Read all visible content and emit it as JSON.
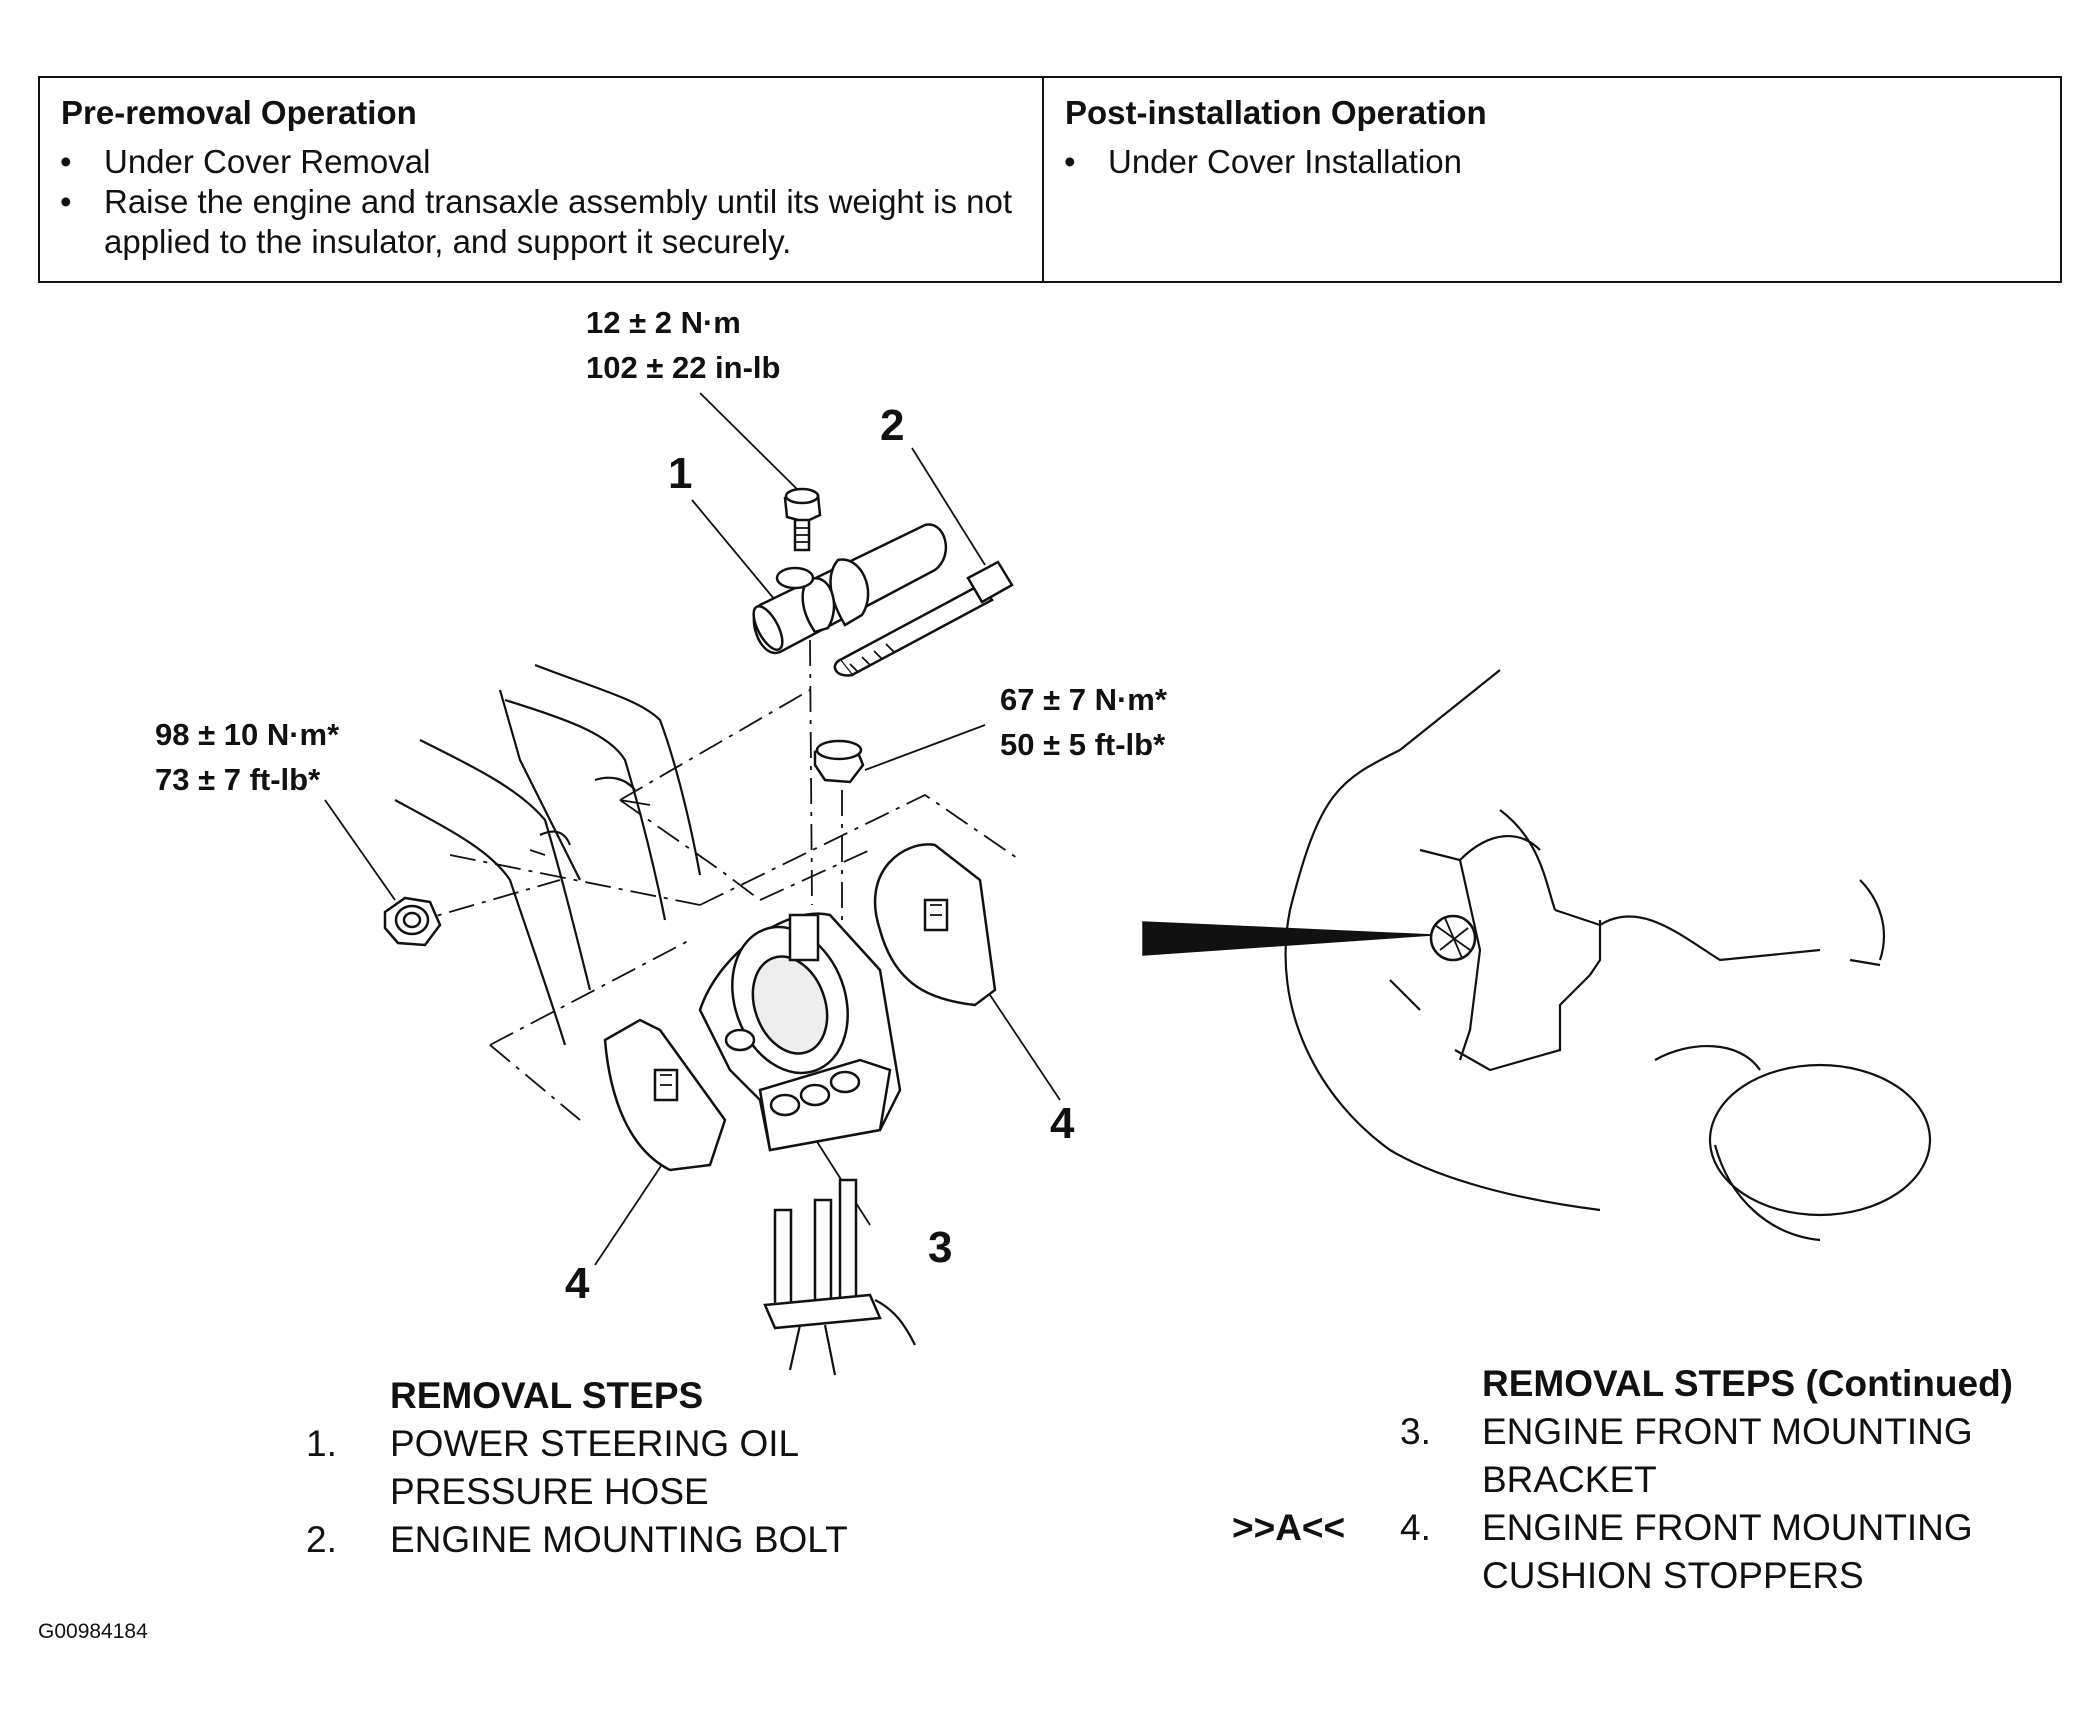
{
  "pre_removal": {
    "heading": "Pre-removal Operation",
    "items": [
      "Under Cover Removal",
      "Raise the engine and transaxle assembly until its weight is not applied to the insulator, and support it securely."
    ]
  },
  "post_installation": {
    "heading": "Post-installation Operation",
    "items": [
      "Under Cover Installation"
    ]
  },
  "torque_specs": {
    "bolt_top": [
      "12 ± 2 N·m",
      "102 ± 22 in-lb"
    ],
    "nut_left": [
      "98 ± 10 N·m*",
      "73 ± 7 ft-lb*"
    ],
    "nut_right": [
      "67 ± 7 N·m*",
      "50 ± 5 ft-lb*"
    ]
  },
  "callouts": {
    "part1": "1",
    "part2": "2",
    "part3": "3",
    "part4_right": "4",
    "part4_left": "4"
  },
  "removal_steps": {
    "title": "REMOVAL STEPS",
    "steps": [
      {
        "num": "1.",
        "line1": "POWER STEERING OIL",
        "line2": "PRESSURE HOSE"
      },
      {
        "num": "2.",
        "line1": "ENGINE MOUNTING BOLT"
      }
    ]
  },
  "removal_steps_continued": {
    "title": "REMOVAL STEPS (Continued)",
    "steps": [
      {
        "num": "3.",
        "line1": "ENGINE FRONT MOUNTING",
        "line2": "BRACKET"
      },
      {
        "marker": ">>A<<",
        "num": "4.",
        "line1": "ENGINE FRONT MOUNTING",
        "line2": "CUSHION STOPPERS"
      }
    ]
  },
  "figure_id": "G00984184"
}
